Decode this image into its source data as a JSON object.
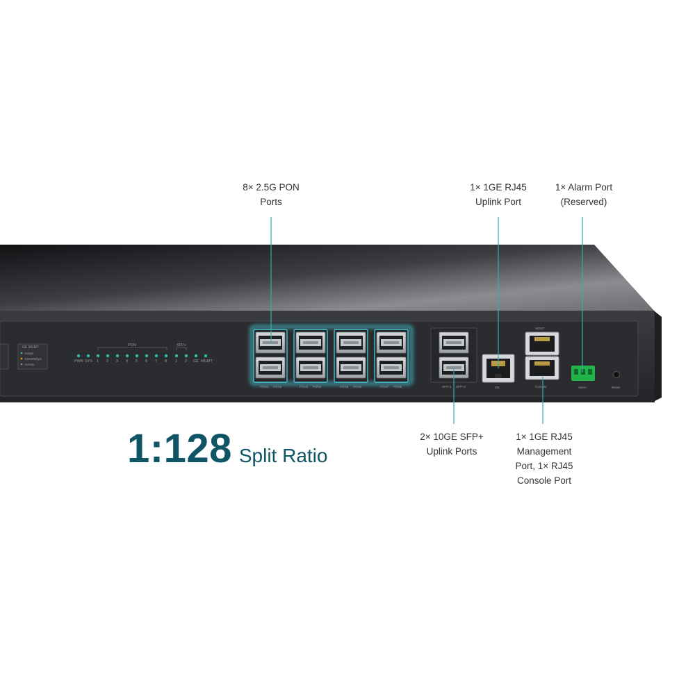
{
  "callouts": {
    "pon": [
      "8× 2.5G PON",
      "Ports"
    ],
    "rj45_uplink": [
      "1× 1GE RJ45",
      "Uplink Port"
    ],
    "alarm": [
      "1× Alarm Port",
      "(Reserved)"
    ],
    "sfp_uplink": [
      "2× 10GE SFP+",
      "Uplink Ports"
    ],
    "mgmt": [
      "1× 1GE RJ45",
      "Management",
      "Port, 1× RJ45",
      "Console Port"
    ]
  },
  "split_ratio": {
    "value": "1:128",
    "label": "Split Ratio"
  },
  "panel_labels": {
    "pon_group": "PON",
    "sfp_group": "SFP+",
    "ge_mgmt": "GE MGMT",
    "led_pwr": "PWR",
    "led_sys": "SYS",
    "led_numbers": [
      "1",
      "2",
      "3",
      "4",
      "5",
      "6",
      "7",
      "8"
    ],
    "sfp_numbers": [
      "1",
      "2"
    ],
    "led_ge": "GE",
    "led_mgmt": "MGMT",
    "legend": [
      "1Gbps",
      "10/100Mbps",
      "Activity"
    ],
    "pon_port_labels": [
      "PON1",
      "PON2",
      "PON3",
      "PON4",
      "PON5",
      "PON6",
      "PON7",
      "PON8"
    ],
    "sfp_port_labels": [
      "SFP+1",
      "SFP+2"
    ],
    "ge_port": "GE",
    "mgmt_top": "MGMT",
    "console": "Console",
    "alarm": "Alarm",
    "reset": "Reset"
  },
  "colors": {
    "callout_line": "#3aa8b4",
    "highlight": "#46c3d1",
    "led": "#2fb7a8",
    "brand_text": "#0f5566",
    "alarm_block": "#22b34a"
  }
}
